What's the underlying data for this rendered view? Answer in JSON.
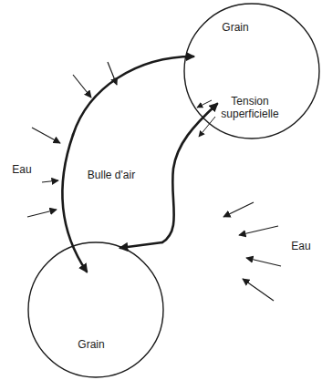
{
  "diagram": {
    "nodes": [
      {
        "text": [
          "Grain"
        ]
      },
      {
        "text": [
          "Bulle d'air"
        ]
      },
      {
        "text": [
          "Grain"
        ]
      }
    ],
    "labels": [
      "Tension superficielle",
      "Eau",
      "Eau"
    ]
  }
}
